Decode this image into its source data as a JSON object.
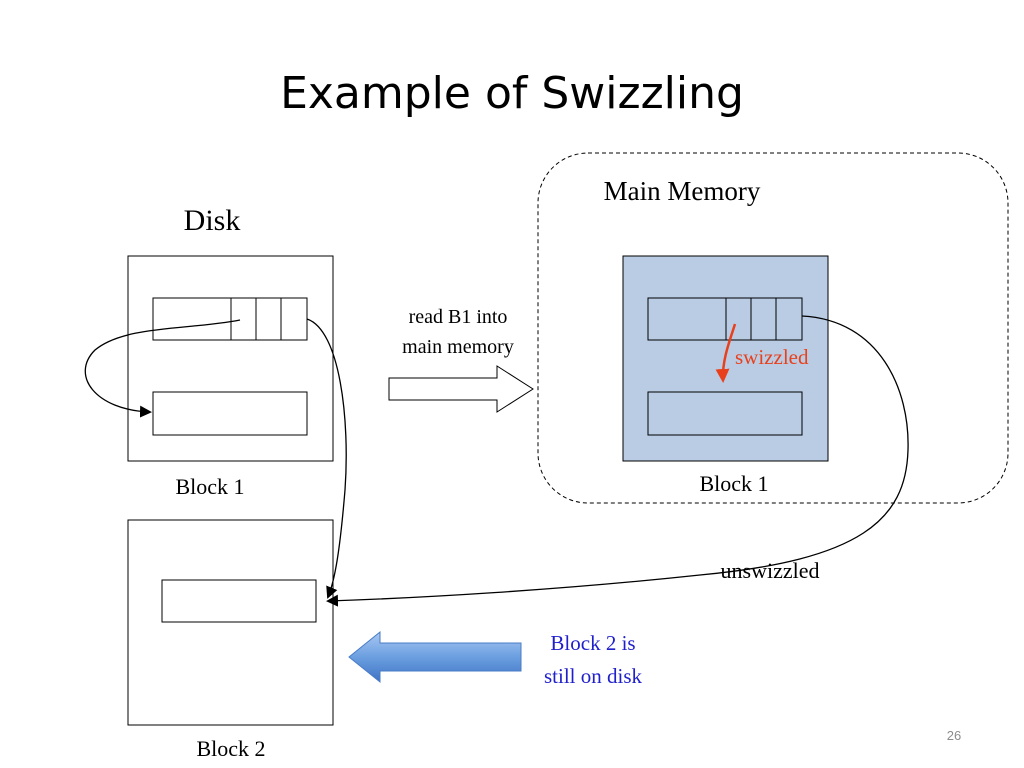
{
  "slide": {
    "title": "Example of Swizzling",
    "page_number": "26"
  },
  "disk": {
    "label": "Disk",
    "block1_label": "Block 1",
    "block2_label": "Block 2"
  },
  "memory": {
    "label": "Main Memory",
    "block1_label": "Block 1"
  },
  "transfer": {
    "line1": "read  B1 into",
    "line2": "main memory"
  },
  "annotations": {
    "swizzled": "swizzled",
    "unswizzled": "unswizzled",
    "block2_note_line1": "Block 2 is",
    "block2_note_line2": "still on disk"
  },
  "colors": {
    "swizzled": "#e8401c",
    "note": "#1f1fcc",
    "memory_block_fill": "#b9cce4",
    "blue_arrow": "#5b8fd6"
  }
}
